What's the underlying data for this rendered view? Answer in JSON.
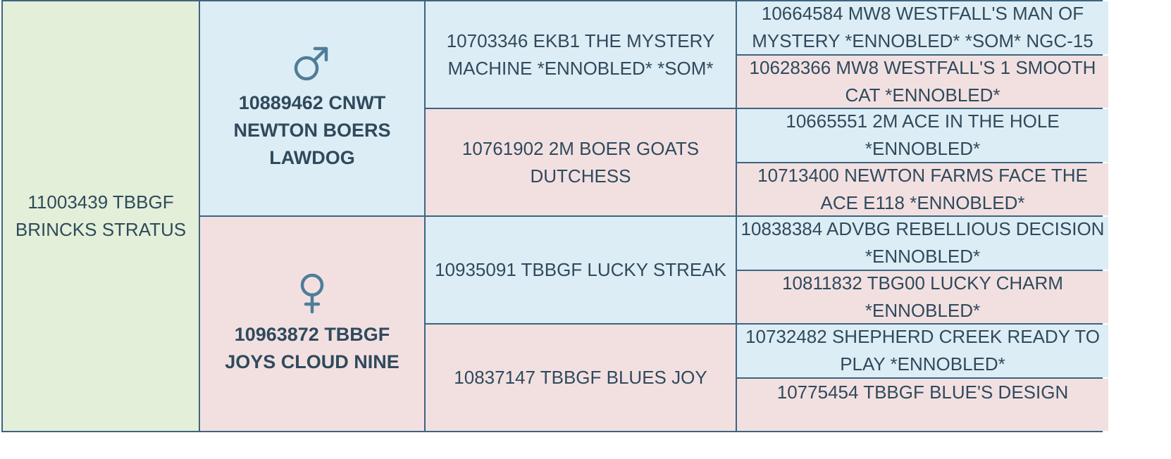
{
  "subject": {
    "name": "11003439 TBBGF BRINCKS STRATUS"
  },
  "sire": {
    "icon": "male-symbol-icon",
    "name": "10889462 CNWT NEWTON BOERS LAWDOG"
  },
  "dam": {
    "icon": "female-symbol-icon",
    "name": "10963872 TBBGF JOYS CLOUD NINE"
  },
  "grandparents": [
    "10703346 EKB1 THE MYSTERY MACHINE *ENNOBLED* *SOM*",
    "10761902 2M BOER GOATS DUTCHESS",
    "10935091 TBBGF LUCKY STREAK",
    "10837147 TBBGF BLUES JOY"
  ],
  "great_grandparents": [
    "10664584 MW8 WESTFALL'S MAN OF MYSTERY *ENNOBLED* *SOM* NGC-15",
    "10628366 MW8 WESTFALL'S 1 SMOOTH CAT *ENNOBLED*",
    "10665551 2M ACE IN THE HOLE *ENNOBLED*",
    "10713400 NEWTON FARMS FACE THE ACE E118 *ENNOBLED*",
    "10838384 ADVBG REBELLIOUS DECISION *ENNOBLED*",
    "10811832 TBG00 LUCKY CHARM *ENNOBLED*",
    "10732482 SHEPHERD CREEK READY TO PLAY *ENNOBLED*",
    "10775454 TBBGF BLUE'S DESIGN"
  ],
  "colors": {
    "male_bg": "#ddedf5",
    "female_bg": "#f2e0e1",
    "subject_bg": "#e3efd8",
    "border": "#3d6480",
    "text": "#2f4a5c",
    "icon": "#4f7d99"
  }
}
